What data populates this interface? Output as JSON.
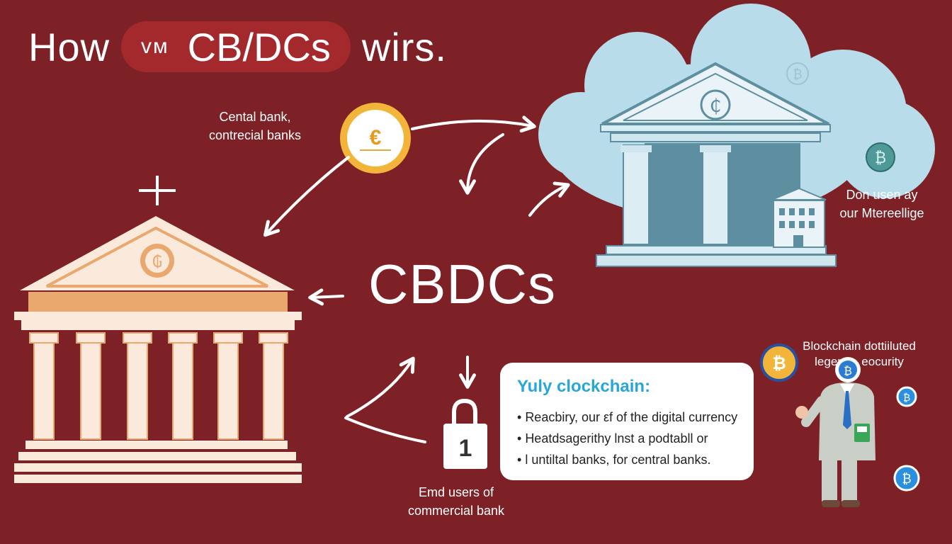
{
  "title": {
    "word_left": "How",
    "pill_small": "vм",
    "pill_main": "CB/DCs",
    "word_right": "wirs."
  },
  "notes": {
    "central_line1": "Cental bank,",
    "central_line2": "contrecial banks",
    "right_line1": "Don usen ay",
    "right_line2": "our Mtereellige",
    "end_line1": "Emd users of",
    "end_line2": "commercial bank",
    "blockchain_line1": "Blockchain dottiiluted",
    "blockchain_line2": "leger      eocurity"
  },
  "center_label": "CBDCs",
  "infobox": {
    "title": "Yuly clockchain:",
    "items": [
      "Reacbiry, our εf of the digital currency",
      "Heatdsagerithy lnst a podtabll or",
      "l untiltal banks, for central banks."
    ]
  },
  "coin_label": "€",
  "lock_label": "1",
  "pediment_symbol_left": "₲",
  "pediment_symbol_right": "₵",
  "coin_symbol": "₿",
  "colors": {
    "background": "#7e2126",
    "pill": "#a4292d",
    "cloud": "#b8dce9",
    "building_blue": "#5e8fa0",
    "bank_cream": "#fbe9dc",
    "bank_accent": "#e9a86e",
    "coin_gold": "#f2b53a",
    "info_title": "#27a7d8"
  }
}
